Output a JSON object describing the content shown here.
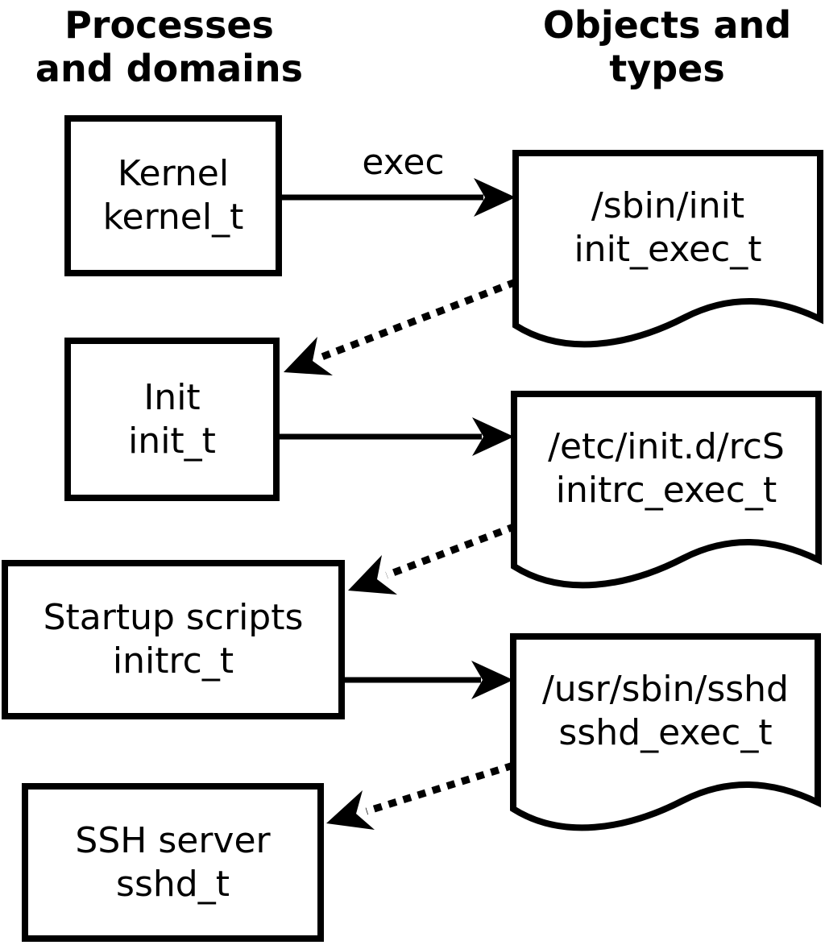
{
  "colors": {
    "ink": "#000000",
    "background": "#ffffff"
  },
  "headers": {
    "left": {
      "line1": "Processes",
      "line2": "and domains"
    },
    "right": {
      "line1": "Objects and",
      "line2": "types"
    }
  },
  "process_boxes": [
    {
      "name": "Kernel",
      "domain": "kernel_t"
    },
    {
      "name": "Init",
      "domain": "init_t"
    },
    {
      "name": "Startup scripts",
      "domain": "initrc_t"
    },
    {
      "name": "SSH server",
      "domain": "sshd_t"
    }
  ],
  "object_docs": [
    {
      "path": "/sbin/init",
      "type": "init_exec_t"
    },
    {
      "path": "/etc/init.d/rcS",
      "type": "initrc_exec_t"
    },
    {
      "path": "/usr/sbin/sshd",
      "type": "sshd_exec_t"
    }
  ],
  "edge_labels": {
    "exec": "exec"
  },
  "edges": [
    {
      "from": "Kernel (kernel_t)",
      "to": "/sbin/init (init_exec_t)",
      "style": "solid",
      "label": "exec"
    },
    {
      "from": "/sbin/init (init_exec_t)",
      "to": "Init (init_t)",
      "style": "dotted",
      "label": ""
    },
    {
      "from": "Init (init_t)",
      "to": "/etc/init.d/rcS (initrc_exec_t)",
      "style": "solid",
      "label": ""
    },
    {
      "from": "/etc/init.d/rcS (initrc_exec_t)",
      "to": "Startup scripts (initrc_t)",
      "style": "dotted",
      "label": ""
    },
    {
      "from": "Startup scripts (initrc_t)",
      "to": "/usr/sbin/sshd (sshd_exec_t)",
      "style": "solid",
      "label": ""
    },
    {
      "from": "/usr/sbin/sshd (sshd_exec_t)",
      "to": "SSH server (sshd_t)",
      "style": "dotted",
      "label": ""
    }
  ]
}
